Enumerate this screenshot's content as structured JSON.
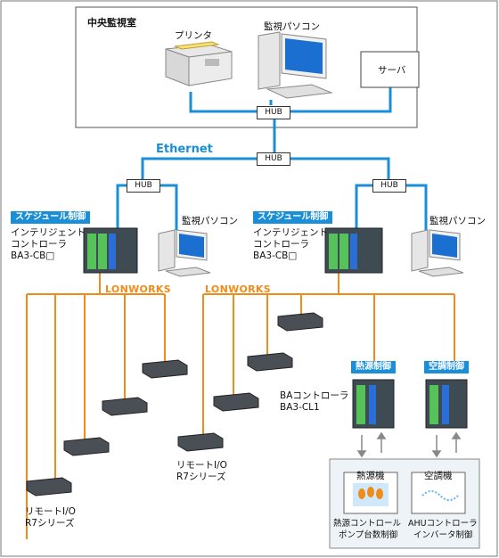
{
  "central_room": {
    "title": "中央監視室",
    "printer": "プリンタ",
    "pc": "監視パソコン",
    "server": "サーバ"
  },
  "hubs": {
    "top": "HUB",
    "middle": "HUB",
    "left": "HUB",
    "right": "HUB"
  },
  "ethernet_label": "Ethernet",
  "left_station": {
    "tag": "スケジュール制御",
    "controller_line1": "インテリジェント",
    "controller_line2": "コントローラ",
    "controller_line3": "BA3-CB□",
    "pc": "監視パソコン",
    "network": "LONWORKS"
  },
  "right_station": {
    "tag": "スケジュール制御",
    "controller_line1": "インテリジェント",
    "controller_line2": "コントローラ",
    "controller_line3": "BA3-CB□",
    "pc": "監視パソコン",
    "network": "LONWORKS"
  },
  "remote_io_left": {
    "line1": "リモートI/O",
    "line2": "R7シリーズ"
  },
  "remote_io_mid": {
    "line1": "リモートI/O",
    "line2": "R7シリーズ"
  },
  "ba_controller": {
    "line1": "BAコントローラ",
    "line2": "BA3-CL1"
  },
  "heat_source": {
    "tag": "熱源制御",
    "box_title": "熱源機",
    "cap1": "熱源コントロール",
    "cap2": "ポンプ台数制御"
  },
  "aircon": {
    "tag": "空調制御",
    "box_title": "空調機",
    "cap1": "AHUコントローラ",
    "cap2": "インバータ制御"
  },
  "colors": {
    "ethernet": "#1a8fd8",
    "lonworks": "#f08c1a",
    "tag_bg": "#1a8fd8"
  }
}
